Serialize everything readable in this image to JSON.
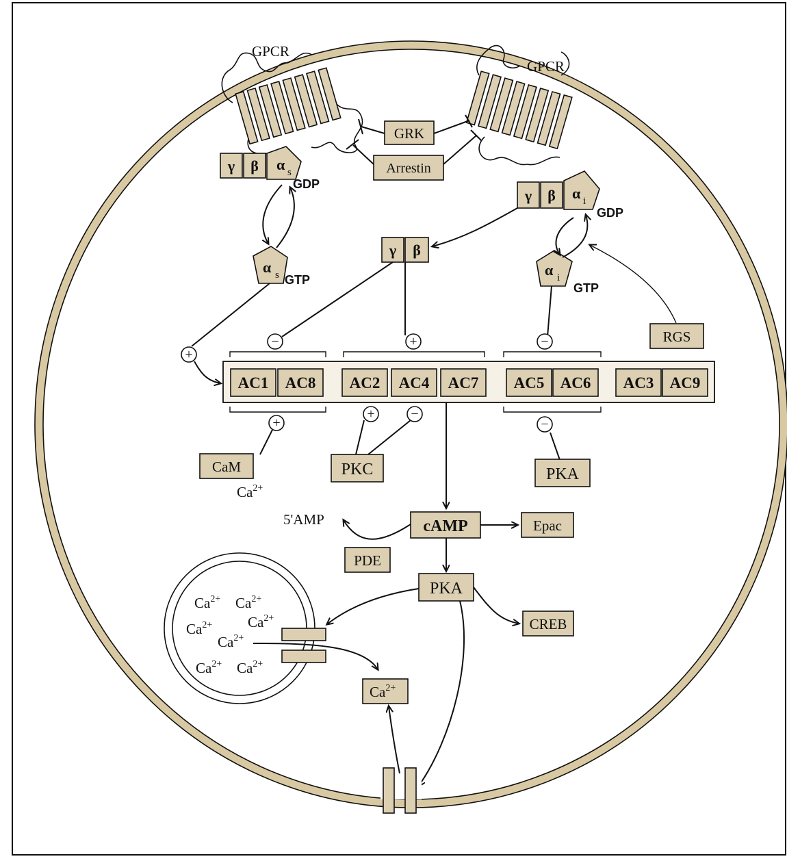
{
  "receptors": {
    "left_label": "GPCR",
    "right_label": "GPCR"
  },
  "regulators": {
    "grk": "GRK",
    "arrestin": "Arrestin",
    "rgs": "RGS"
  },
  "g_protein": {
    "gamma": "γ",
    "beta": "β",
    "alpha": "α",
    "alpha_s_sub": "s",
    "alpha_i_sub": "i",
    "gdp": "GDP",
    "gtp": "GTP"
  },
  "adenylyl_cyclases": [
    "AC1",
    "AC8",
    "AC2",
    "AC4",
    "AC7",
    "AC5",
    "AC6",
    "AC3",
    "AC9"
  ],
  "modulators": {
    "cam": "CaM",
    "ca_base": "Ca",
    "ca_sup": "2+",
    "pkc": "PKC",
    "pka_mod": "PKA"
  },
  "signalling": {
    "camp": "cAMP",
    "amp": "5'AMP",
    "pde": "PDE",
    "epac": "Epac",
    "pka": "PKA",
    "creb": "CREB"
  },
  "signs": {
    "plus": "+",
    "minus": "−"
  },
  "colors": {
    "box_fill": "#dccfb2",
    "membrane_fill": "#d9c9a3",
    "ac_bar_fill": "#f6f1e7",
    "outline": "#111111"
  }
}
